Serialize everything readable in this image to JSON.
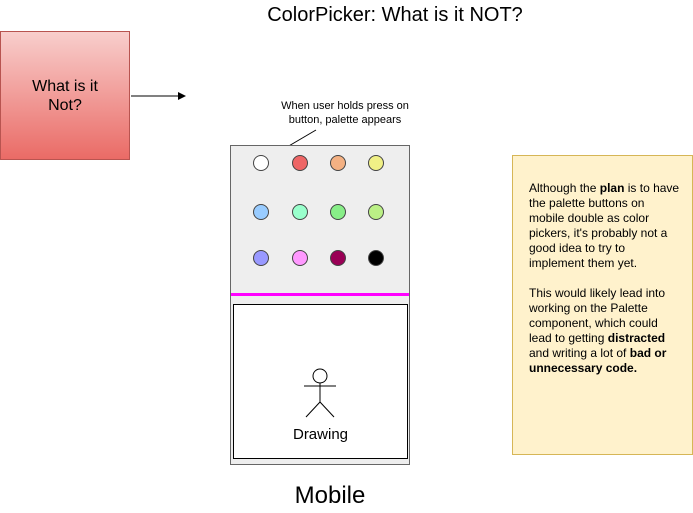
{
  "title": "ColorPicker: What is it NOT?",
  "question_box": {
    "label": "What is it\nNot?"
  },
  "annotation": "When user holds press on button, palette appears",
  "palette": {
    "colors": [
      "#ffffff",
      "#ee6666",
      "#f4b183",
      "#f0f086",
      "#99ccff",
      "#99ffcc",
      "#88ee88",
      "#bbf086",
      "#9999ff",
      "#ff99ff",
      "#990055",
      "#000000"
    ]
  },
  "drawing": {
    "label": "Drawing"
  },
  "mobile_label": "Mobile",
  "note": {
    "p1_pre": "Although the ",
    "p1_bold1": "plan",
    "p1_post": " is to have the palette buttons on mobile double as color pickers, it's probably not a good idea to try to implement them yet.",
    "p2_pre": "This would likely lead into working on the Palette component, which could lead to getting ",
    "p2_bold1": "distracted",
    "p2_mid": " and writing a lot of ",
    "p2_bold2": "bad or unnecessary code."
  },
  "colors": {
    "accent_divider": "#ff00ff",
    "question_fill_top": "#f8cecc",
    "question_fill_bottom": "#ea6b66",
    "note_fill": "#fff2cc",
    "note_border": "#d6b656"
  }
}
